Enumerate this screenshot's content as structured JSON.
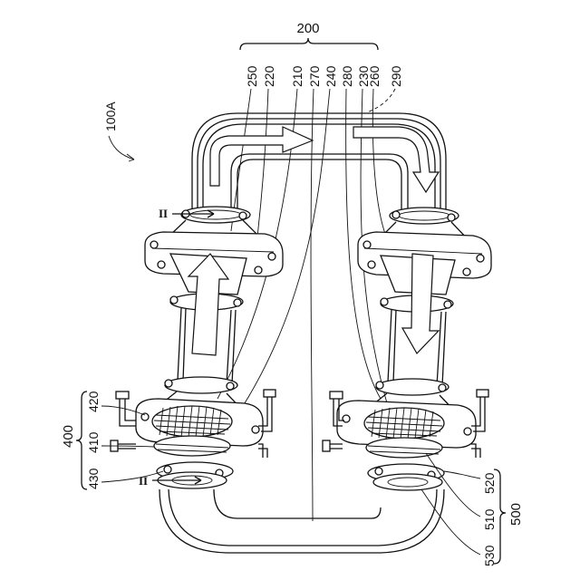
{
  "figure_id": "100A",
  "brackets": {
    "top": "200",
    "left": "400",
    "right": "500"
  },
  "top_labels": [
    "250",
    "220",
    "210",
    "270",
    "240",
    "280",
    "230",
    "260",
    "290"
  ],
  "left_labels": [
    "420",
    "410",
    "430"
  ],
  "right_labels": [
    "520",
    "510",
    "530"
  ],
  "section_marks": [
    "II",
    "II"
  ]
}
